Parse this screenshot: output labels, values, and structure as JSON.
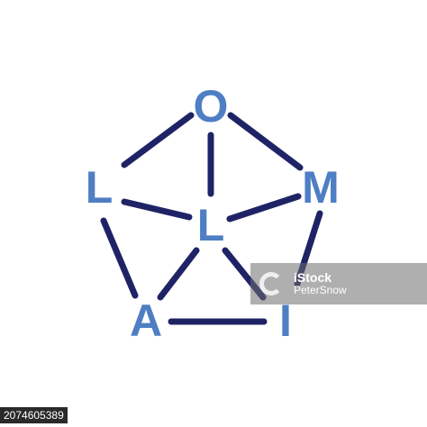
{
  "colors": {
    "edge": "#1f2366",
    "node": "#4e7ec3"
  },
  "nodes": {
    "top": "O",
    "right": "M",
    "left": "L",
    "center": "L",
    "bottom_left": "A",
    "bottom_right": "I"
  },
  "watermark": {
    "brand": "iStock",
    "credit": "PeterSnow"
  },
  "image_id": "2074605389"
}
